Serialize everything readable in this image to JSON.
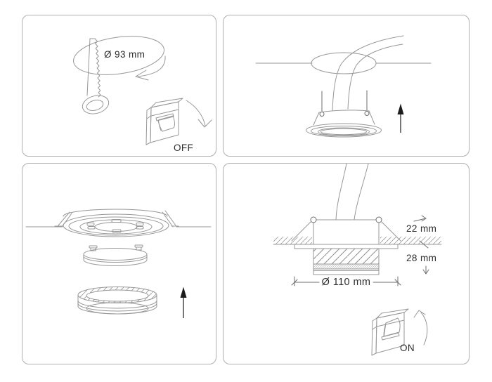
{
  "colors": {
    "line": "#979797",
    "line_dark": "#6e6e6e",
    "text": "#2d2d2d",
    "arrow": "#1c1c1c",
    "panel_border": "#b0b0b0",
    "background": "#ffffff"
  },
  "panels": {
    "step1": {
      "hole_diameter_label": "Ø 93 mm",
      "switch_label": "OFF"
    },
    "step4": {
      "depth_above_label": "22 mm",
      "depth_below_label": "28 mm",
      "diameter_label": "Ø 110 mm",
      "switch_label": "ON"
    }
  }
}
